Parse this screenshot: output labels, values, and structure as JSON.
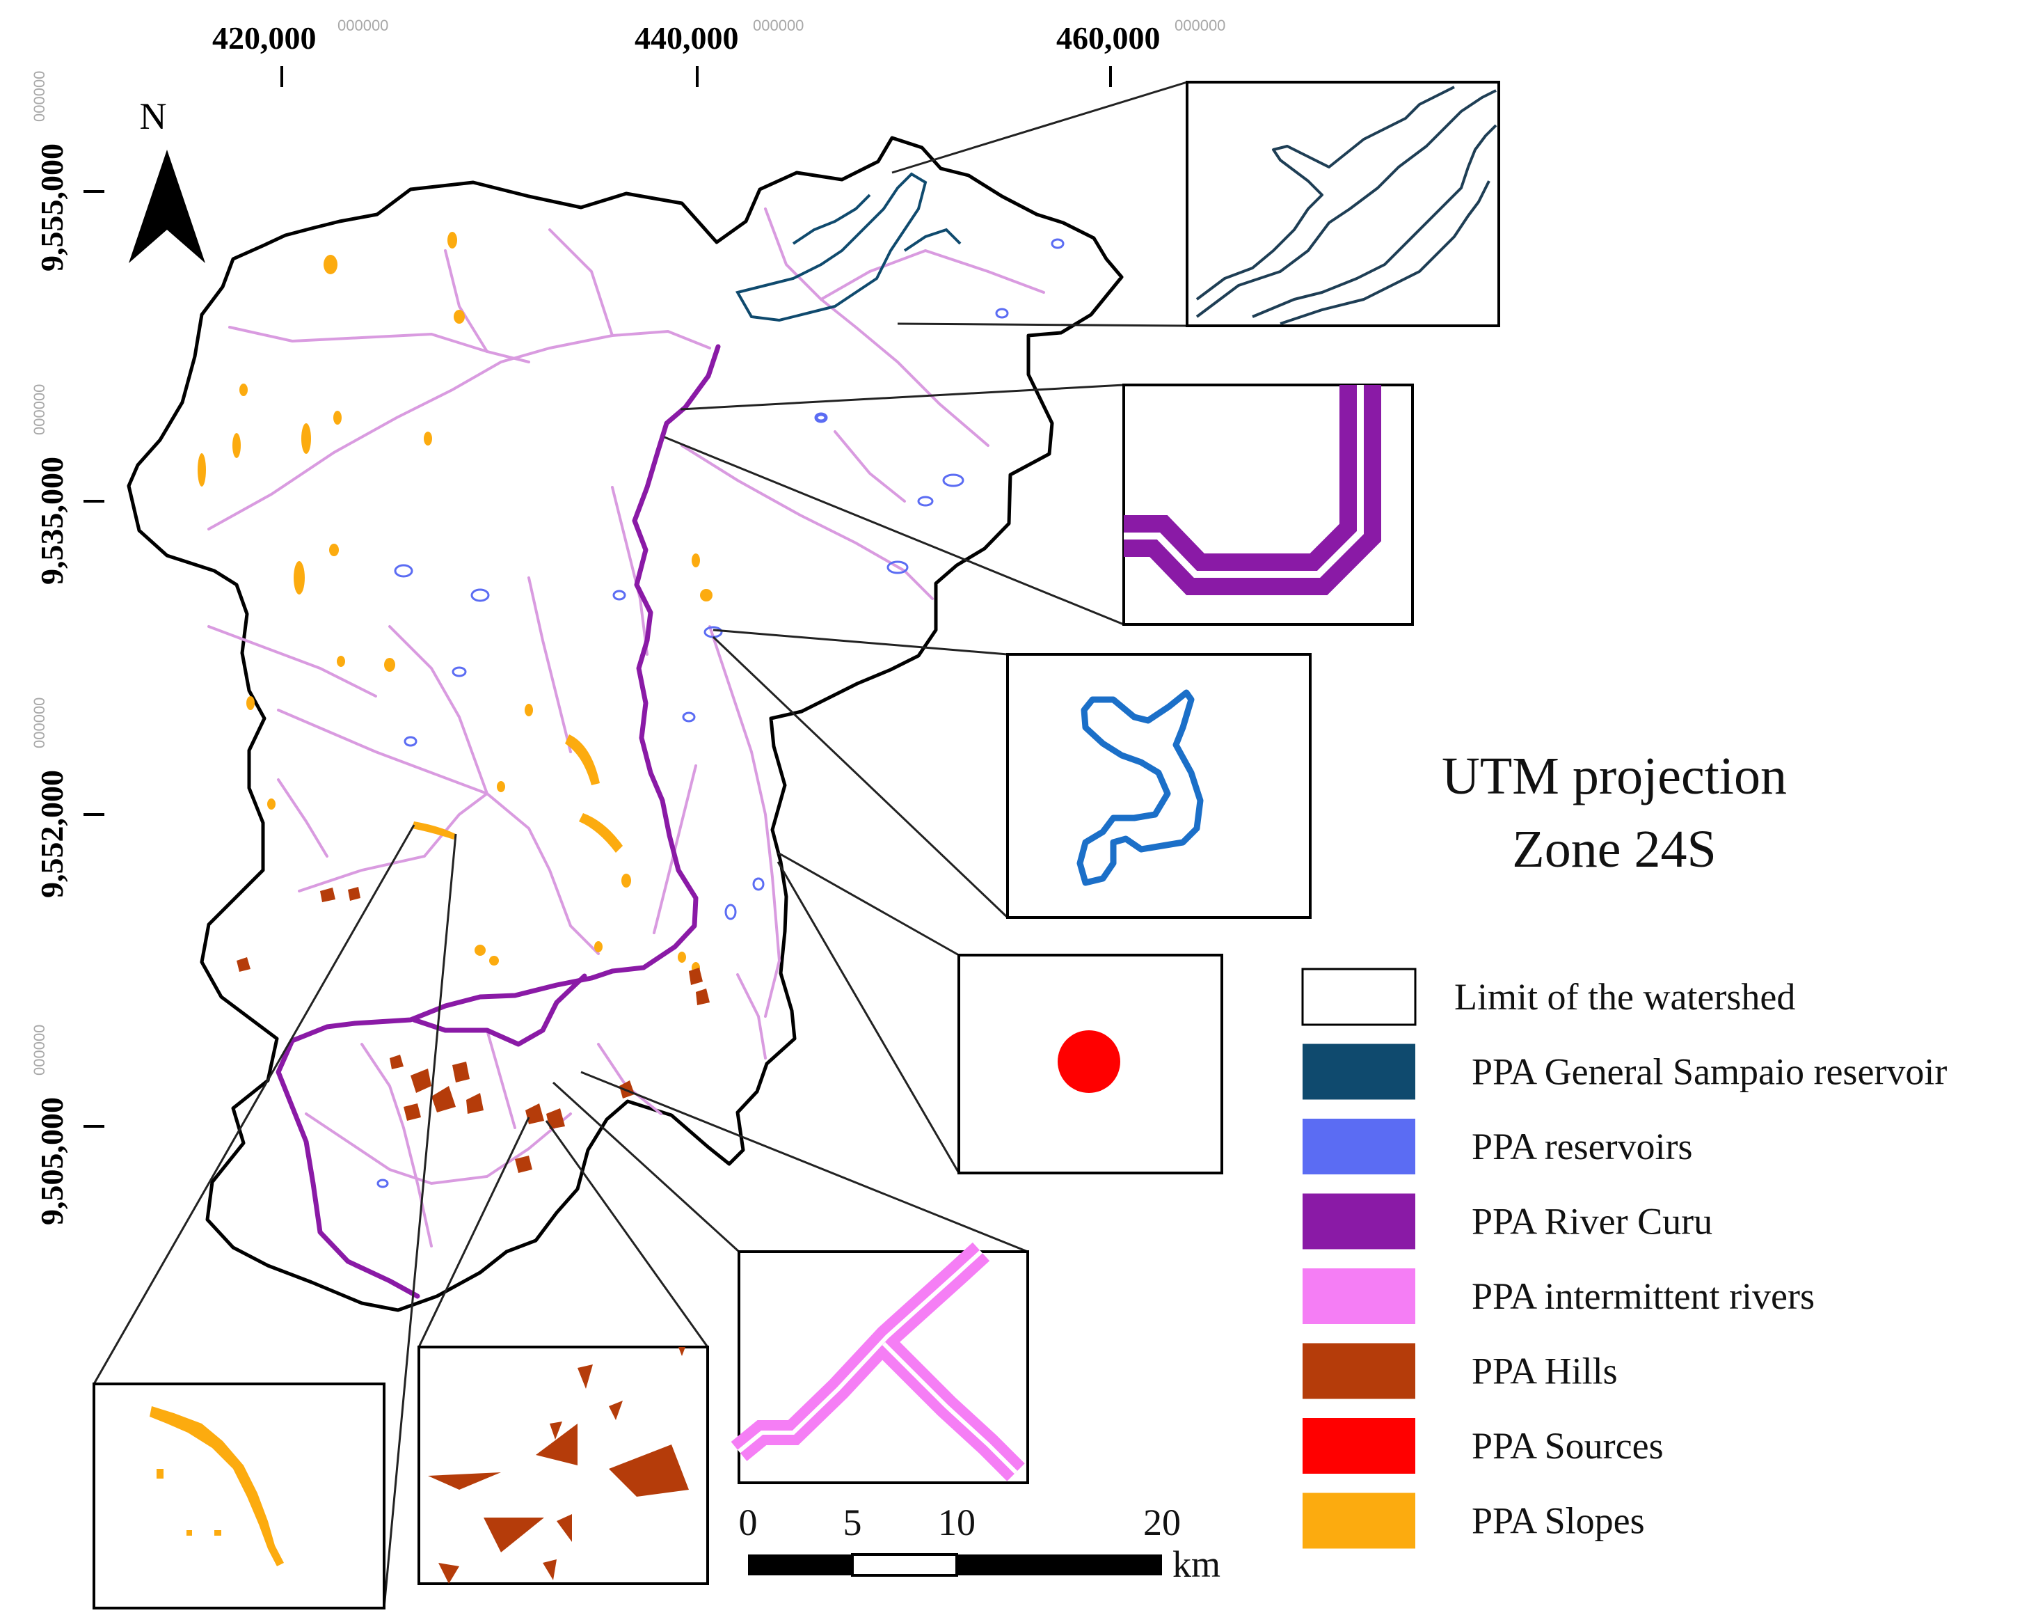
{
  "map": {
    "north_label": "N",
    "projection": "UTM projection",
    "zone": "Zone 24S",
    "top_ticks": [
      {
        "value": "420,000",
        "suffix": "000000"
      },
      {
        "value": "440,000",
        "suffix": "000000"
      },
      {
        "value": "460,000",
        "suffix": "000000"
      }
    ],
    "left_ticks": [
      {
        "value": "9,555,000",
        "suffix": "000000"
      },
      {
        "value": "9,535,000",
        "suffix": "000000"
      },
      {
        "value": "9,552,000",
        "suffix": "000000"
      },
      {
        "value": "9,505,000",
        "suffix": "000000"
      }
    ],
    "scale_bar": {
      "labels": [
        "0",
        "5",
        "10",
        "20"
      ],
      "unit": "km"
    }
  },
  "legend": [
    {
      "label": "Limit of the watershed",
      "color": "#ffffff"
    },
    {
      "label": "PPA General Sampaio reservoir",
      "color": "#0f4a6e"
    },
    {
      "label": "PPA reservoirs",
      "color": "#5b6cf3"
    },
    {
      "label": "PPA River Curu",
      "color": "#8a1aa6"
    },
    {
      "label": "PPA intermittent rivers",
      "color": "#f57ef5"
    },
    {
      "label": "PPA Hills",
      "color": "#b53c0a"
    },
    {
      "label": "PPA Sources",
      "color": "#ff0000"
    },
    {
      "label": "PPA Slopes",
      "color": "#fcab0f"
    }
  ]
}
